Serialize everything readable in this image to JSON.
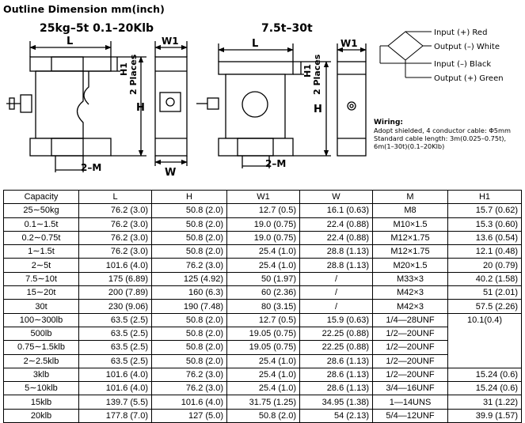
{
  "heading": "Outline Dimension mm(inch)",
  "drawing": {
    "left_title": "25kg–5t   0.1–20Klb",
    "right_title": "7.5t–30t",
    "dim_L": "L",
    "dim_W1": "W1",
    "dim_H1": "H1",
    "dim_2places": "2 Places",
    "dim_H": "H",
    "dim_W": "W",
    "dim_2M": "2–M",
    "wires": [
      "Input (+) Red",
      "Output (–) White",
      "Input (–) Black",
      "Output (+) Green"
    ],
    "wiring_title": "Wiring:",
    "wiring_lines": [
      "Adopt shielded, 4 conductor cable: Φ5mm",
      "Standard cable length: 3m(0.025–0.75t),",
      "6m(1–30t)(0.1–20Klb)"
    ]
  },
  "table": {
    "headers": [
      "Capacity",
      "L",
      "H",
      "W1",
      "W",
      "M",
      "H1"
    ],
    "rows": [
      [
        "25∼50kg",
        "76.2 (3.0)",
        "50.8 (2.0)",
        "12.7 (0.5)",
        "16.1 (0.63)",
        "M8",
        "15.7 (0.62)"
      ],
      [
        "0.1∼1.5t",
        "76.2 (3.0)",
        "50.8 (2.0)",
        "19.0 (0.75)",
        "22.4 (0.88)",
        "M10×1.5",
        "15.3 (0.60)"
      ],
      [
        "0.2∼0.75t",
        "76.2 (3.0)",
        "50.8 (2.0)",
        "19.0 (0.75)",
        "22.4 (0.88)",
        "M12×1.75",
        "13.6 (0.54)"
      ],
      [
        "1∼1.5t",
        "76.2 (3.0)",
        "50.8 (2.0)",
        "25.4 (1.0)",
        "28.8 (1.13)",
        "M12×1.75",
        "12.1 (0.48)"
      ],
      [
        "2∼5t",
        "101.6 (4.0)",
        "76.2 (3.0)",
        "25.4 (1.0)",
        "28.8 (1.13)",
        "M20×1.5",
        "20 (0.79)"
      ],
      [
        "7.5∼10t",
        "175 (6.89)",
        "125 (4.92)",
        "50 (1.97)",
        "/",
        "M33×3",
        "40.2 (1.58)"
      ],
      [
        "15∼20t",
        "200 (7.89)",
        "160 (6.3)",
        "60 (2.36)",
        "/",
        "M42×3",
        "51 (2.01)"
      ],
      [
        "30t",
        "230 (9.06)",
        "190 (7.48)",
        "80 (3.15)",
        "/",
        "M42×3",
        "57.5 (2.26)"
      ],
      [
        "100∼300lb",
        "63.5 (2.5)",
        "50.8 (2.0)",
        "12.7 (0.5)",
        "15.9 (0.63)",
        "1/4—28UNF",
        "10.1(0.4)"
      ],
      [
        "500lb",
        "63.5 (2.5)",
        "50.8 (2.0)",
        "19.05 (0.75)",
        "22.25 (0.88)",
        "1/2—20UNF",
        ""
      ],
      [
        "0.75∼1.5klb",
        "63.5 (2.5)",
        "50.8 (2.0)",
        "19.05 (0.75)",
        "22.25 (0.88)",
        "1/2—20UNF",
        ""
      ],
      [
        "2∼2.5klb",
        "63.5 (2.5)",
        "50.8 (2.0)",
        "25.4 (1.0)",
        "28.6 (1.13)",
        "1/2—20UNF",
        ""
      ],
      [
        "3klb",
        "101.6 (4.0)",
        "76.2 (3.0)",
        "25.4 (1.0)",
        "28.6 (1.13)",
        "1/2—20UNF",
        "15.24 (0.6)"
      ],
      [
        "5∼10klb",
        "101.6 (4.0)",
        "76.2 (3.0)",
        "25.4 (1.0)",
        "28.6 (1.13)",
        "3/4—16UNF",
        "15.24 (0.6)"
      ],
      [
        "15klb",
        "139.7 (5.5)",
        "101.6 (4.0)",
        "31.75 (1.25)",
        "34.95 (1.38)",
        "1—14UNS",
        "31 (1.22)"
      ],
      [
        "20klb",
        "177.8 (7.0)",
        "127 (5.0)",
        "50.8 (2.0)",
        "54 (2.13)",
        "5/4—12UNF",
        "39.9 (1.57)"
      ]
    ]
  }
}
